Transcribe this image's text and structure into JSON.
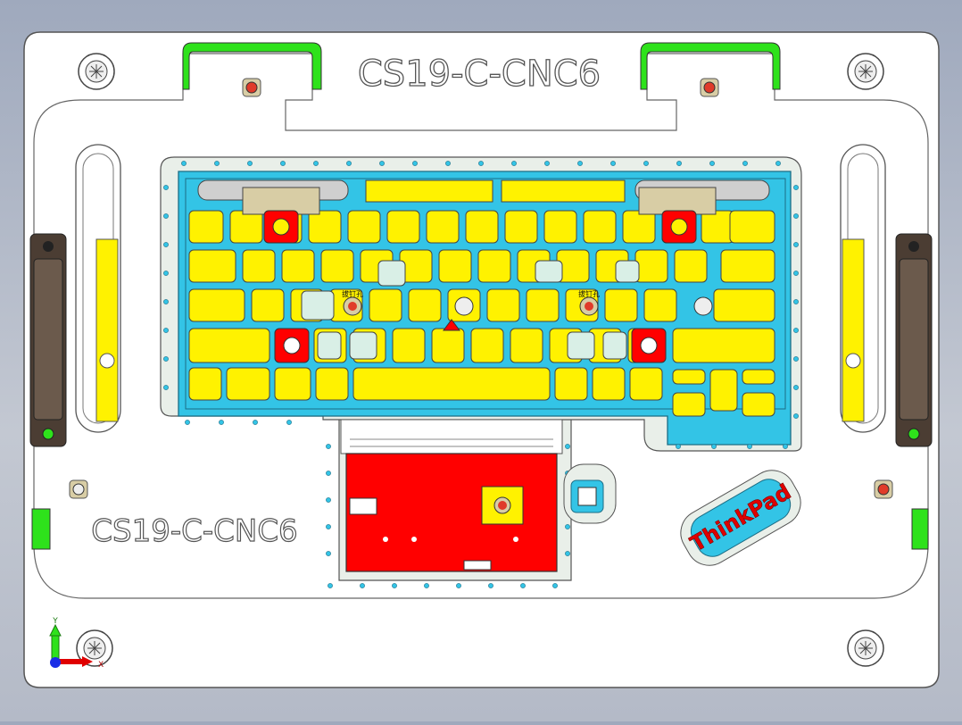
{
  "fixture": {
    "part_code_top": "CS19-C-CNC6",
    "part_code_bottom": "CS19-C-CNC6",
    "logo_text": "ThinkPad",
    "hole_label_left": "拔钉孔",
    "hole_label_right": "拔钉孔"
  },
  "triad": {
    "y_label": "Y",
    "x_label": "X"
  },
  "colors": {
    "plate": "#ffffff",
    "frame": "#33c4e6",
    "key": "#fff200",
    "pad": "#ff0000",
    "clamp": "#2ee21b",
    "handle": "#5a4a3e",
    "tan": "#d8cda5"
  }
}
